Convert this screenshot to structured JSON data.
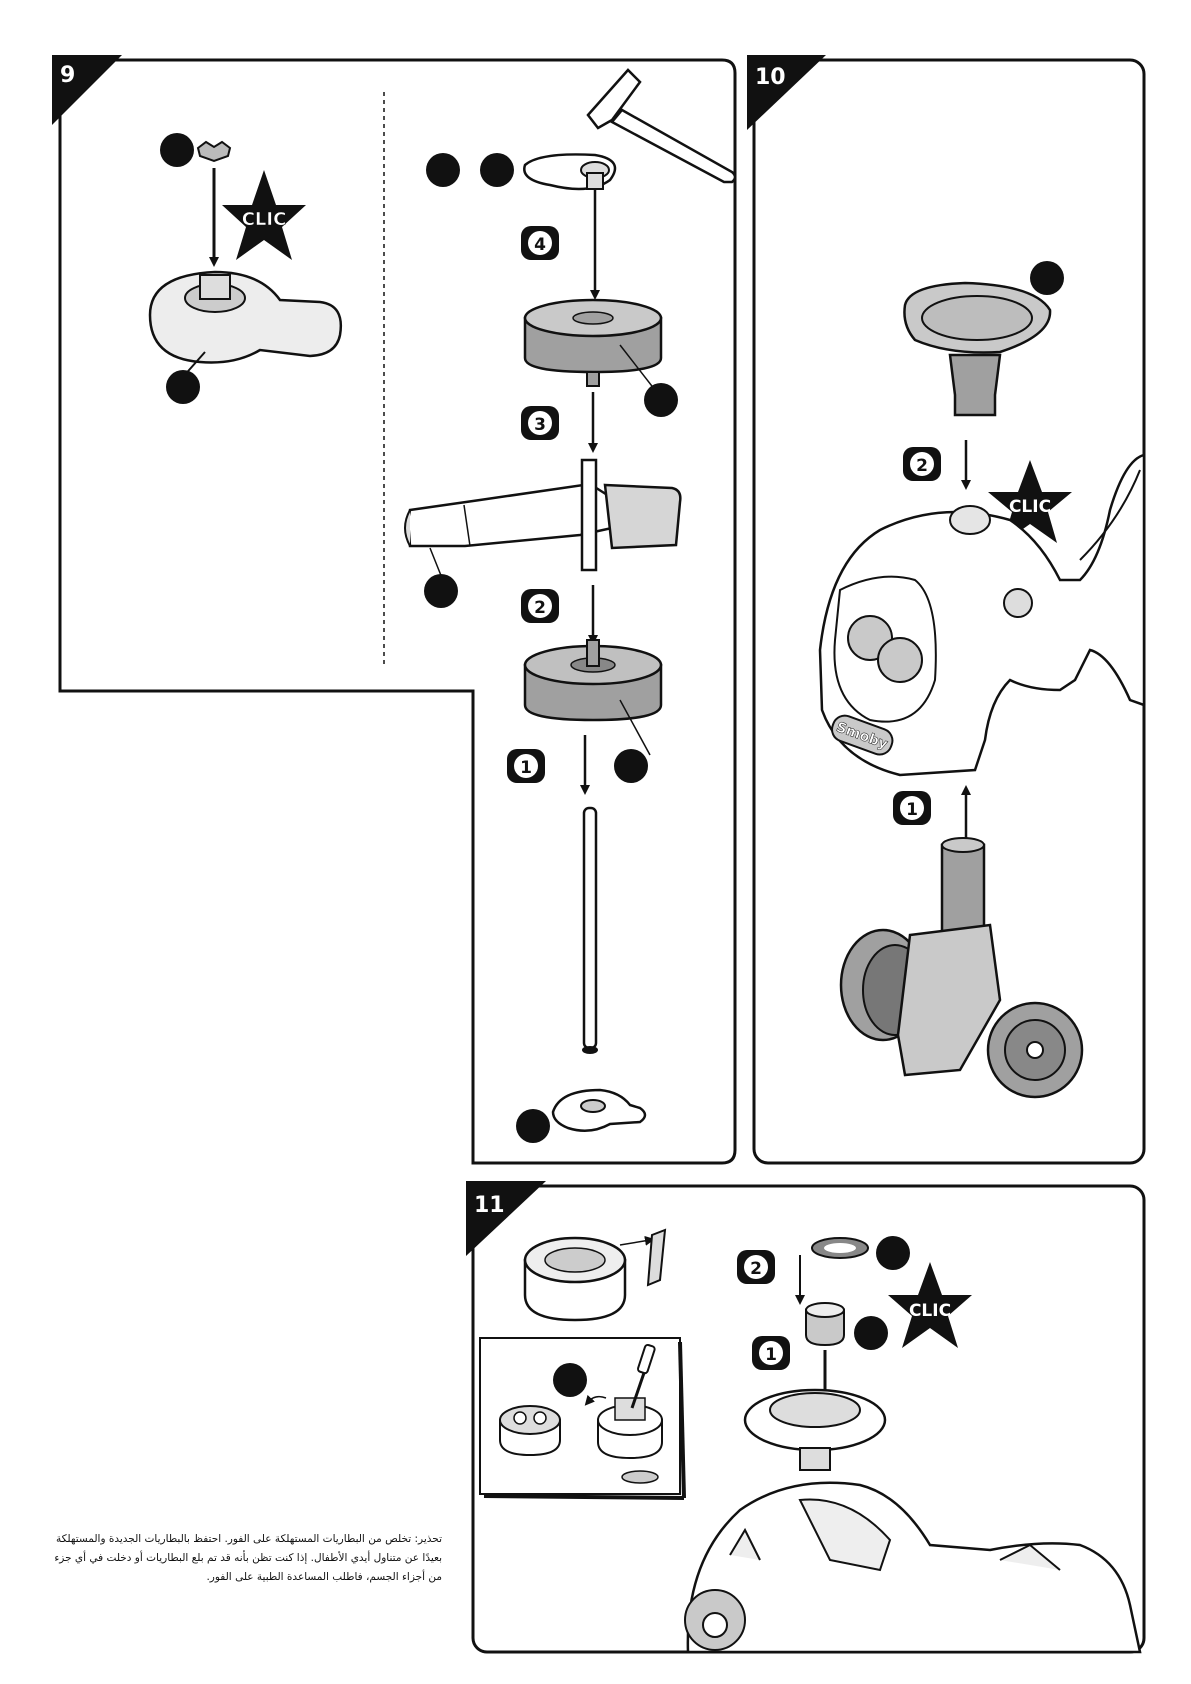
{
  "steps": {
    "step9": {
      "number": "9",
      "stages": [
        "4",
        "3",
        "2",
        "1"
      ],
      "stamp": "CLIC"
    },
    "step10": {
      "number": "10",
      "stages": [
        "2",
        "1"
      ],
      "stamp": "CLIC",
      "brand": "Smoby"
    },
    "step11": {
      "number": "11",
      "stages": [
        "2",
        "1"
      ],
      "stamp": "CLIC"
    }
  },
  "warning": {
    "lines": [
      "تحذير: تخلص من البطاريات المستهلكة على الفور. احتفظ بالبطاريات الجديدة والمستهلكة",
      "بعيدًا عن متناول أيدي الأطفال. إذا كنت تظن بأنه قد تم بلع البطاريات أو دخلت في أي جزء",
      "من أجزاء الجسم، فاطلب المساعدة الطبية على الفور."
    ]
  },
  "colors": {
    "ink": "#111111",
    "part_gray": "#a0a0a0",
    "light_gray": "#d6d6d6",
    "paper": "#ffffff"
  },
  "icons": [
    "hammer-icon",
    "star-icon",
    "arrow-down-icon",
    "arrow-up-icon",
    "screwdriver-icon",
    "callout-dot-icon"
  ]
}
